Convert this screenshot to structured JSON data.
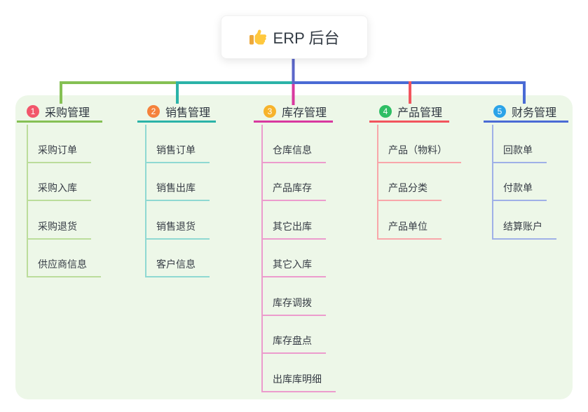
{
  "root": {
    "label": "ERP 后台",
    "icon": "thumbs-up"
  },
  "branches": [
    {
      "num": "1",
      "label": "采购管理",
      "color": "#85C054",
      "light_color": "#BBDD9B",
      "badge_color": "#F2566B",
      "children": [
        "采购订单",
        "采购入库",
        "采购退货",
        "供应商信息"
      ]
    },
    {
      "num": "2",
      "label": "销售管理",
      "color": "#2BB3A8",
      "light_color": "#8FD9D2",
      "badge_color": "#F5823C",
      "children": [
        "销售订单",
        "销售出库",
        "销售退货",
        "客户信息"
      ]
    },
    {
      "num": "3",
      "label": "库存管理",
      "color": "#D8399F",
      "light_color": "#EC9CCD",
      "badge_color": "#F7B32B",
      "children": [
        "仓库信息",
        "产品库存",
        "其它出库",
        "其它入库",
        "库存调拨",
        "库存盘点",
        "出库库明细"
      ]
    },
    {
      "num": "4",
      "label": "产品管理",
      "color": "#F2555E",
      "light_color": "#F8A6AA",
      "badge_color": "#2EBE64",
      "children": [
        "产品（物料）",
        "产品分类",
        "产品单位"
      ]
    },
    {
      "num": "5",
      "label": "财务管理",
      "color": "#4A6BD5",
      "light_color": "#9FB0E7",
      "badge_color": "#2BA3E8",
      "children": [
        "回款单",
        "付款单",
        "结算账户"
      ]
    }
  ],
  "colors": {
    "root_line": "#5B66C9",
    "board_bg": "#EDF7E8",
    "icon_yellow": "#FFC83D"
  }
}
